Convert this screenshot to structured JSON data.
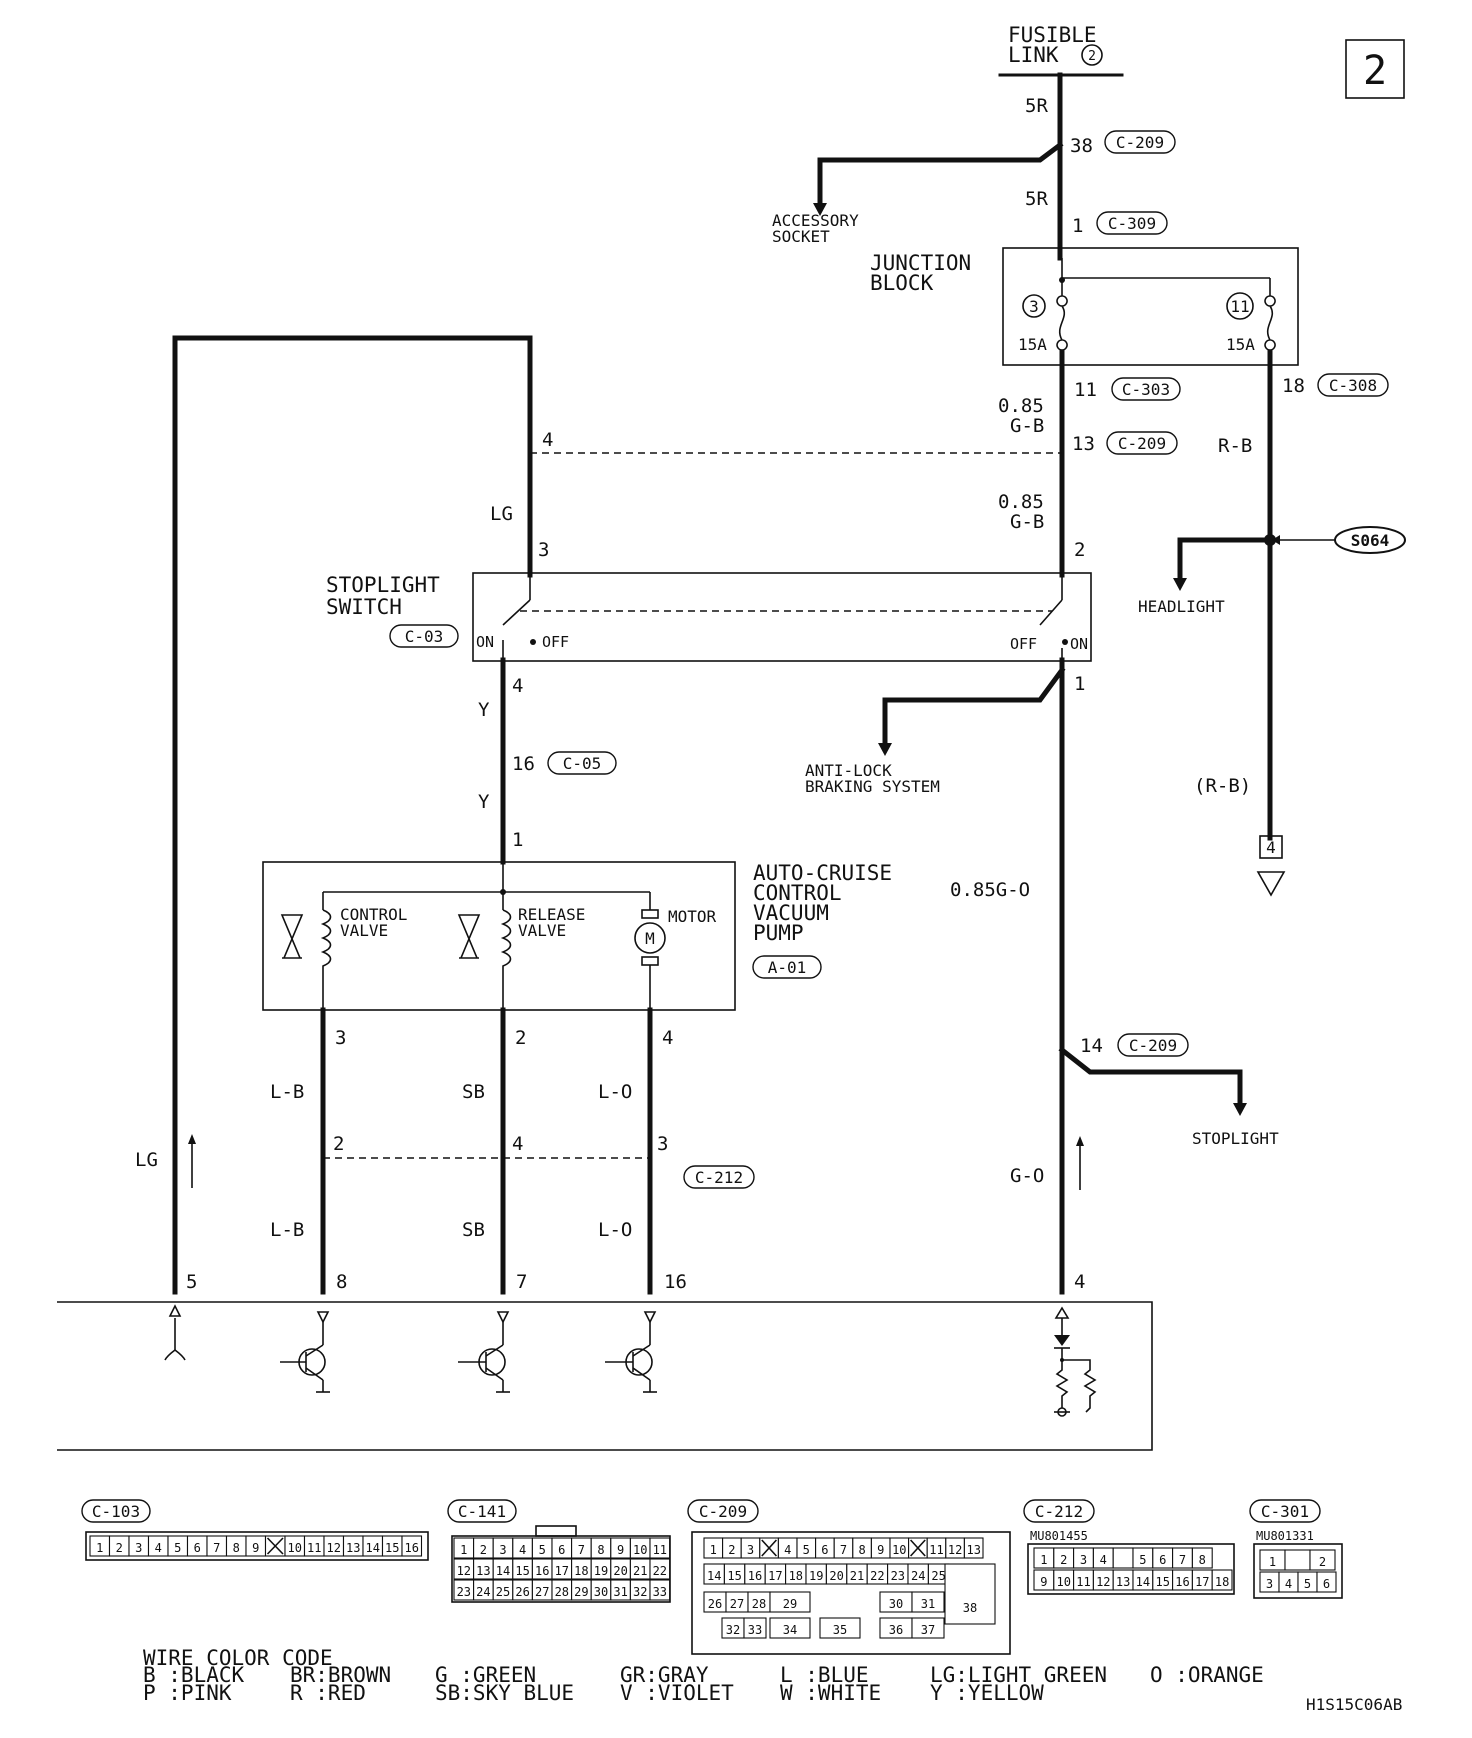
{
  "page_number": "2",
  "doc_code": "H1S15C06AB",
  "labels": {
    "fusible_link": [
      "FUSIBLE",
      "LINK"
    ],
    "fusible_link_num": "2",
    "accessory_socket": [
      "ACCESSORY",
      "SOCKET"
    ],
    "junction_block": [
      "JUNCTION",
      "BLOCK"
    ],
    "fuse3": "3",
    "fuse11": "11",
    "fuse3_rating": "15A",
    "fuse11_rating": "15A",
    "stoplight_switch": [
      "STOPLIGHT",
      "SWITCH"
    ],
    "on": "ON",
    "off": "OFF",
    "headlight": "HEADLIGHT",
    "s064": "S064",
    "anti_lock": [
      "ANTI-LOCK",
      "BRAKING SYSTEM"
    ],
    "pump": [
      "AUTO-CRUISE",
      "CONTROL",
      "VACUUM",
      "PUMP"
    ],
    "control_valve": [
      "CONTROL",
      "VALVE"
    ],
    "release_valve": [
      "RELEASE",
      "VALVE"
    ],
    "motor": "MOTOR",
    "stoplight": "STOPLIGHT",
    "ground_pin": "4"
  },
  "connectors": {
    "c209": "C-209",
    "c309": "C-309",
    "c303": "C-303",
    "c308": "C-308",
    "c03": "C-03",
    "c05": "C-05",
    "a01": "A-01",
    "c212": "C-212"
  },
  "wires": {
    "w5r_a": "5R",
    "w5r_b": "5R",
    "gb1": [
      "0.85",
      "G-B"
    ],
    "gb2": [
      "0.85",
      "G-B"
    ],
    "rb": "R-B",
    "rb2": "(R-B)",
    "lg1": "LG",
    "lg2": "LG",
    "y1": "Y",
    "y2": "Y",
    "go1": "0.85G-O",
    "go2": "G-O",
    "lb1": "L-B",
    "lb2": "L-B",
    "sb1": "SB",
    "sb2": "SB",
    "lo1": "L-O",
    "lo2": "L-O"
  },
  "pins": {
    "p38": "38",
    "p1_309": "1",
    "p11": "11",
    "p18": "18",
    "p13": "13",
    "p4_top": "4",
    "p3_sw": "3",
    "p2_sw": "2",
    "p4_sw": "4",
    "p1_sw": "1",
    "p16_c05": "16",
    "p1_pump": "1",
    "p3_pump": "3",
    "p2_pump": "2",
    "p4_pump": "4",
    "p14": "14",
    "p2_212": "2",
    "p4_212": "4",
    "p3_212": "3",
    "p5": "5",
    "p8": "8",
    "p7": "7",
    "p16": "16",
    "p4_ecu": "4"
  },
  "connector_views": {
    "c103": {
      "label": "C-103",
      "row": [
        "1",
        "2",
        "3",
        "4",
        "5",
        "6",
        "7",
        "8",
        "9",
        "X",
        "10",
        "11",
        "12",
        "13",
        "14",
        "15",
        "16"
      ]
    },
    "c141": {
      "label": "C-141",
      "rows": [
        [
          "1",
          "2",
          "3",
          "4",
          "5",
          "6",
          "7",
          "8",
          "9",
          "10",
          "11"
        ],
        [
          "12",
          "13",
          "14",
          "15",
          "16",
          "17",
          "18",
          "19",
          "20",
          "21",
          "22"
        ],
        [
          "23",
          "24",
          "25",
          "26",
          "27",
          "28",
          "29",
          "30",
          "31",
          "32",
          "33"
        ]
      ]
    },
    "c209": {
      "label": "C-209",
      "row1": [
        "1",
        "2",
        "3",
        "X",
        "4",
        "5",
        "6",
        "7",
        "8",
        "9",
        "10",
        "X",
        "11",
        "12",
        "13"
      ],
      "row2": [
        "14",
        "15",
        "16",
        "17",
        "18",
        "19",
        "20",
        "21",
        "22",
        "23",
        "24",
        "25"
      ],
      "row3": [
        "26",
        "27",
        "28",
        "29",
        "30",
        "31"
      ],
      "row4": [
        "32",
        "33",
        "34",
        "35",
        "36",
        "37"
      ],
      "big": "38"
    },
    "c212": {
      "label": "C-212",
      "part": "MU801455",
      "row1": [
        "1",
        "2",
        "3",
        "4",
        "",
        "5",
        "6",
        "7",
        "8"
      ],
      "row2": [
        "9",
        "10",
        "11",
        "12",
        "13",
        "14",
        "15",
        "16",
        "17",
        "18"
      ]
    },
    "c301": {
      "label": "C-301",
      "part": "MU801331",
      "row1": [
        "1",
        "",
        "2"
      ],
      "row2": [
        "3",
        "4",
        "5",
        "6"
      ]
    }
  },
  "legend": {
    "title": "WIRE COLOR CODE",
    "items": [
      "B :BLACK",
      "BR:BROWN",
      "G :GREEN",
      "GR:GRAY",
      "L :BLUE",
      "LG:LIGHT GREEN",
      "O :ORANGE",
      "P :PINK",
      "R :RED",
      "SB:SKY BLUE",
      "V :VIOLET",
      "W :WHITE",
      "Y :YELLOW"
    ]
  }
}
